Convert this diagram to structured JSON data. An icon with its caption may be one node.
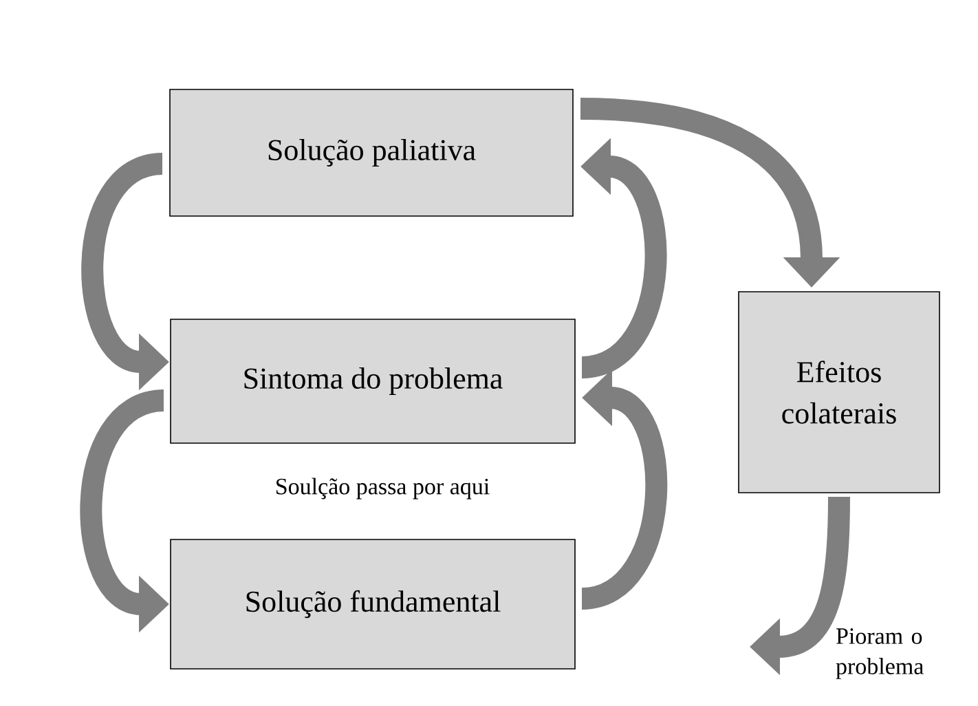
{
  "diagram": {
    "nodes": [
      {
        "text": [
          "Solução paliativa"
        ]
      },
      {
        "text": [
          "Sintoma do problema"
        ]
      },
      {
        "text": [
          "Solução fundamental"
        ]
      },
      {
        "text": [
          "Efeitos colaterais"
        ]
      }
    ],
    "edges": [
      {
        "from": 0,
        "to": 1,
        "arrow": "to"
      },
      {
        "from": 1,
        "to": 2,
        "arrow": "to"
      },
      {
        "from": 1,
        "to": 0,
        "arrow": "to"
      },
      {
        "from": 2,
        "to": 1,
        "arrow": "to"
      },
      {
        "from": 0,
        "to": 3,
        "arrow": "to"
      },
      {
        "from": 3,
        "to": null,
        "arrow": "to",
        "label": "Pioram o problema"
      }
    ],
    "labels": [
      "Soulção passa por aqui"
    ]
  }
}
